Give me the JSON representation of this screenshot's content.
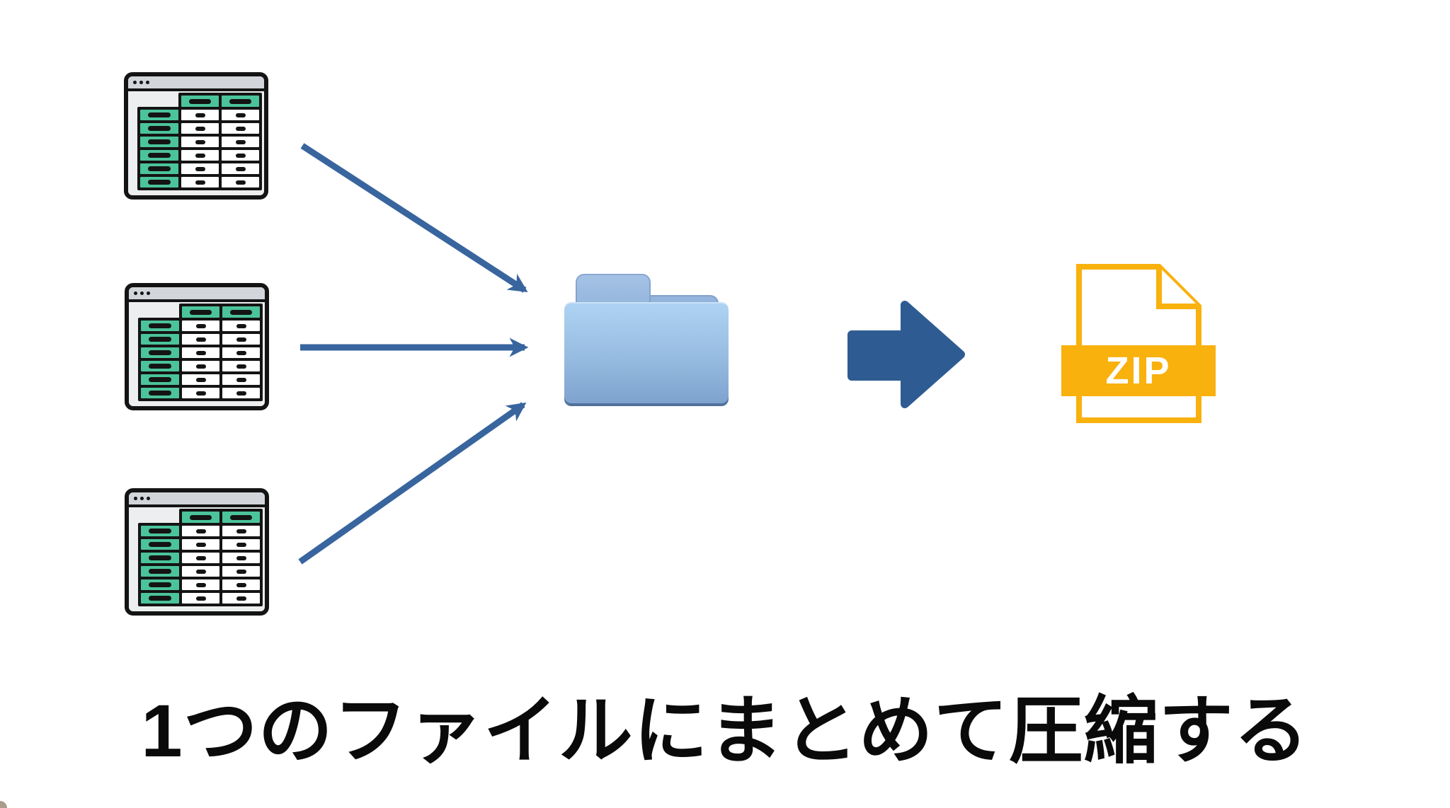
{
  "caption": {
    "text": "1つのファイルにまとめて圧縮する"
  },
  "zip_icon": {
    "label": "ZIP",
    "color": "#F9B10E"
  },
  "diagram": {
    "source_icons": {
      "count": 3,
      "type": "spreadsheet-window"
    },
    "flow": "three spreadsheet files -> folder -> zip archive"
  },
  "sheet_icon": {
    "header_cols": 2,
    "rows": 6
  },
  "colors": {
    "sheet_green": "#4BC39B",
    "sheet_titlebar_gray": "#D2D5D9",
    "sheet_border_black": "#141414",
    "thin_arrow_blue": "#38659E",
    "block_arrow_blue": "#2E5C92",
    "folder_blue_top": "#AFD3F3",
    "folder_blue_bottom": "#7CA1CD",
    "zip_yellow": "#F9B10E",
    "caption_black": "#0A0A0A",
    "background": "#FFFFFF"
  }
}
